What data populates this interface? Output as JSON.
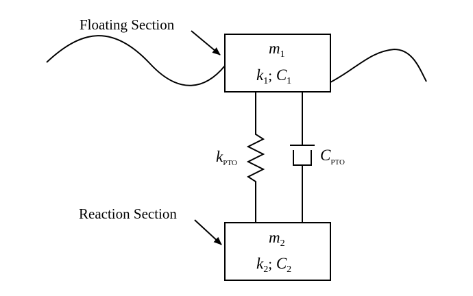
{
  "labels": {
    "floating_section": "Floating Section",
    "reaction_section": "Reaction Section"
  },
  "upper_body": {
    "mass": {
      "symbol": "m",
      "subscript": "1"
    },
    "stiffness": {
      "symbol": "k",
      "subscript": "1"
    },
    "separator": ";",
    "damping": {
      "symbol": "C",
      "subscript": "1"
    }
  },
  "lower_body": {
    "mass": {
      "symbol": "m",
      "subscript": "2"
    },
    "stiffness": {
      "symbol": "k",
      "subscript": "2"
    },
    "separator": ";",
    "damping": {
      "symbol": "C",
      "subscript": "2"
    }
  },
  "spring": {
    "symbol": "k",
    "subscript": "PTO"
  },
  "damper": {
    "symbol": "C",
    "subscript": "PTO"
  }
}
